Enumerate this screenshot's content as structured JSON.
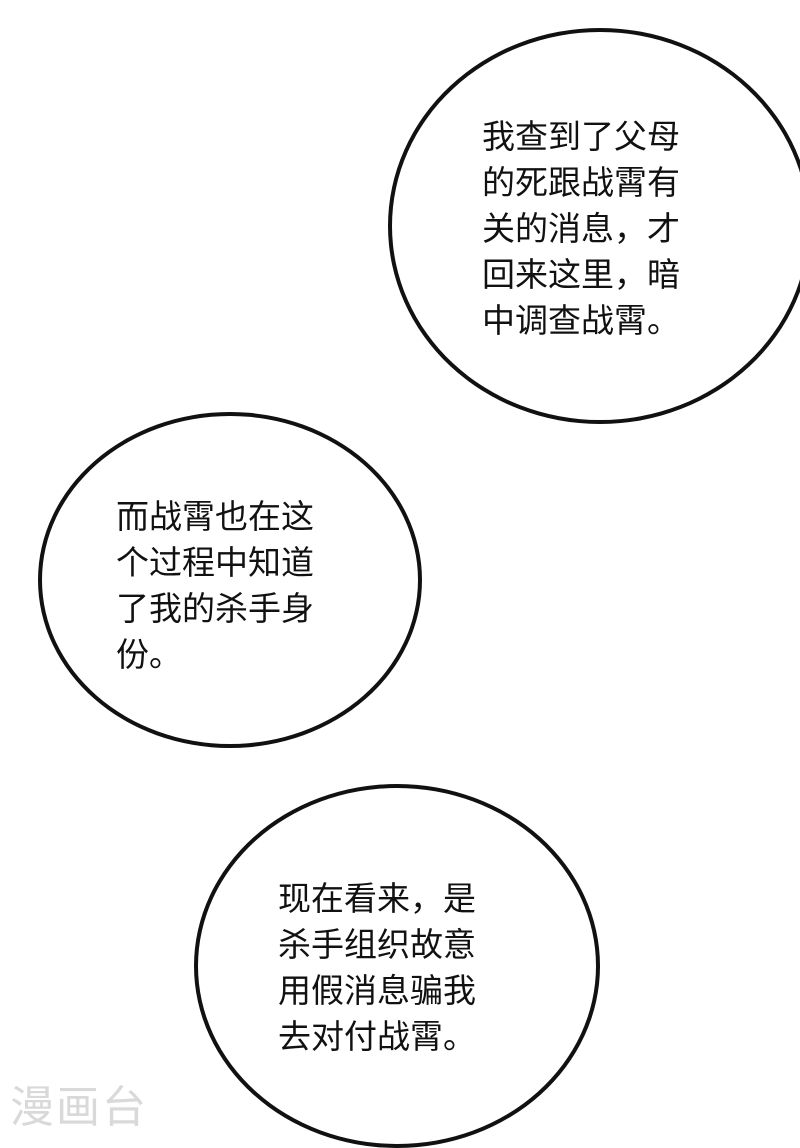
{
  "bubbles": [
    {
      "lines": [
        "我查到了父母",
        "的死跟战霄有",
        "关的消息，才",
        "回来这里，暗",
        "中调查战霄。"
      ]
    },
    {
      "lines": [
        "而战霄也在这",
        "个过程中知道",
        "了我的杀手身",
        "份。"
      ]
    },
    {
      "lines": [
        "现在看来，是",
        "杀手组织故意",
        "用假消息骗我",
        "去对付战霄。"
      ]
    }
  ],
  "watermark": "漫画台",
  "colors": {
    "ink": "#111111",
    "background": "#ffffff",
    "watermark": "#d9d9d9"
  }
}
